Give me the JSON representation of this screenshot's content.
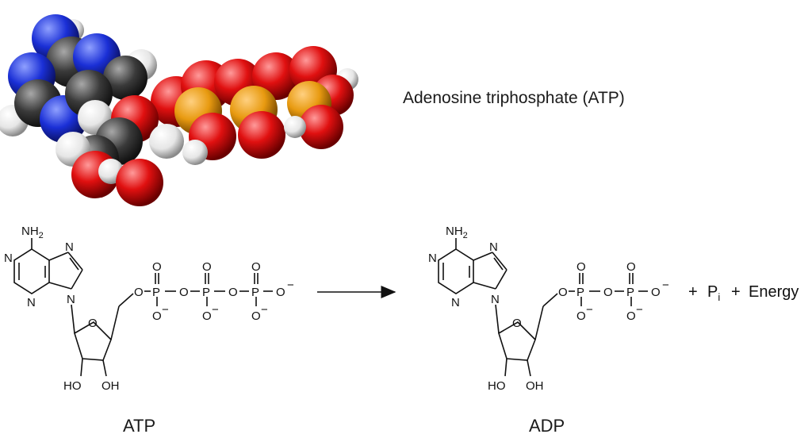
{
  "title": "Adenosine triphosphate (ATP)",
  "molecules": {
    "atp_caption": "ATP",
    "adp_caption": "ADP"
  },
  "atoms": {
    "amine": "NH",
    "amine_sub": "2",
    "nitrogen": "N",
    "oxygen": "O",
    "phosphorus": "P",
    "hydroxyl": "HO",
    "hydroxyl_right": "OH",
    "charge": "−"
  },
  "products": {
    "plus1": "+",
    "pi_base": "P",
    "pi_sub": "i",
    "plus2": "+",
    "energy": "Energy"
  },
  "colors": {
    "carbon": "#3a3a3a",
    "nitrogen": "#1a2fd6",
    "oxygen": "#e01010",
    "hydrogen": "#f2f2f2",
    "phosphorus": "#e89a10"
  }
}
